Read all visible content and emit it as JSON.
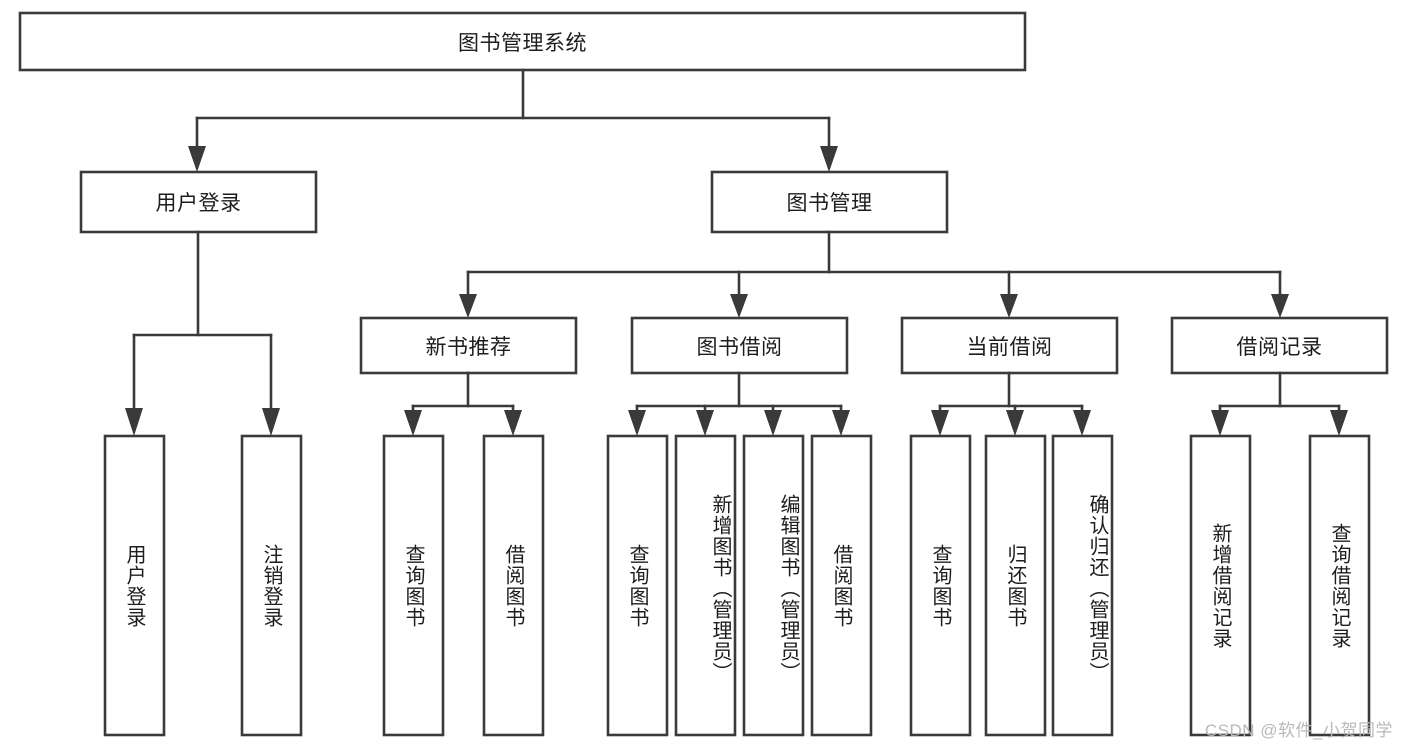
{
  "diagram": {
    "type": "tree-hierarchy-chart",
    "title": "图书管理系统",
    "root": {
      "id": "root",
      "label": "图书管理系统",
      "level": 0,
      "orientation": "horizontal"
    },
    "level2": [
      {
        "id": "user-login",
        "label": "用户登录",
        "orientation": "horizontal"
      },
      {
        "id": "book-management",
        "label": "图书管理",
        "orientation": "horizontal"
      }
    ],
    "level3": [
      {
        "id": "new-book-recommend",
        "label": "新书推荐",
        "orientation": "horizontal",
        "parent": "book-management"
      },
      {
        "id": "book-borrow",
        "label": "图书借阅",
        "orientation": "horizontal",
        "parent": "book-management"
      },
      {
        "id": "current-borrow",
        "label": "当前借阅",
        "orientation": "horizontal",
        "parent": "book-management"
      },
      {
        "id": "borrow-record",
        "label": "借阅记录",
        "orientation": "horizontal",
        "parent": "book-management"
      }
    ],
    "leaves": [
      {
        "id": "leaf-user-login",
        "label": "用户登录",
        "parent": "user-login",
        "orientation": "vertical"
      },
      {
        "id": "leaf-logout-login",
        "label": "注销登录",
        "parent": "user-login",
        "orientation": "vertical"
      },
      {
        "id": "leaf-query-book-1",
        "label": "查询图书",
        "parent": "new-book-recommend",
        "orientation": "vertical"
      },
      {
        "id": "leaf-borrow-book-1",
        "label": "借阅图书",
        "parent": "new-book-recommend",
        "orientation": "vertical"
      },
      {
        "id": "leaf-query-book-2",
        "label": "查询图书",
        "parent": "book-borrow",
        "orientation": "vertical"
      },
      {
        "id": "leaf-add-book",
        "label": "新增图书（管理员）",
        "parent": "book-borrow",
        "orientation": "vertical"
      },
      {
        "id": "leaf-edit-book",
        "label": "编辑图书（管理员）",
        "parent": "book-borrow",
        "orientation": "vertical"
      },
      {
        "id": "leaf-borrow-book-2",
        "label": "借阅图书",
        "parent": "book-borrow",
        "orientation": "vertical"
      },
      {
        "id": "leaf-query-book-3",
        "label": "查询图书",
        "parent": "current-borrow",
        "orientation": "vertical"
      },
      {
        "id": "leaf-return-book",
        "label": "归还图书",
        "parent": "current-borrow",
        "orientation": "vertical"
      },
      {
        "id": "leaf-confirm-return",
        "label": "确认归还（管理员）",
        "parent": "current-borrow",
        "orientation": "vertical"
      },
      {
        "id": "leaf-add-record",
        "label": "新增借阅记录",
        "parent": "borrow-record",
        "orientation": "vertical"
      },
      {
        "id": "leaf-query-record",
        "label": "查询借阅记录",
        "parent": "borrow-record",
        "orientation": "vertical"
      }
    ],
    "colors": {
      "stroke": "#3a3a3a",
      "fill": "#ffffff",
      "text": "#1d1d1d",
      "watermark": "#b9b9b9"
    }
  },
  "watermark": {
    "text": "CSDN @软件_小贺同学"
  }
}
